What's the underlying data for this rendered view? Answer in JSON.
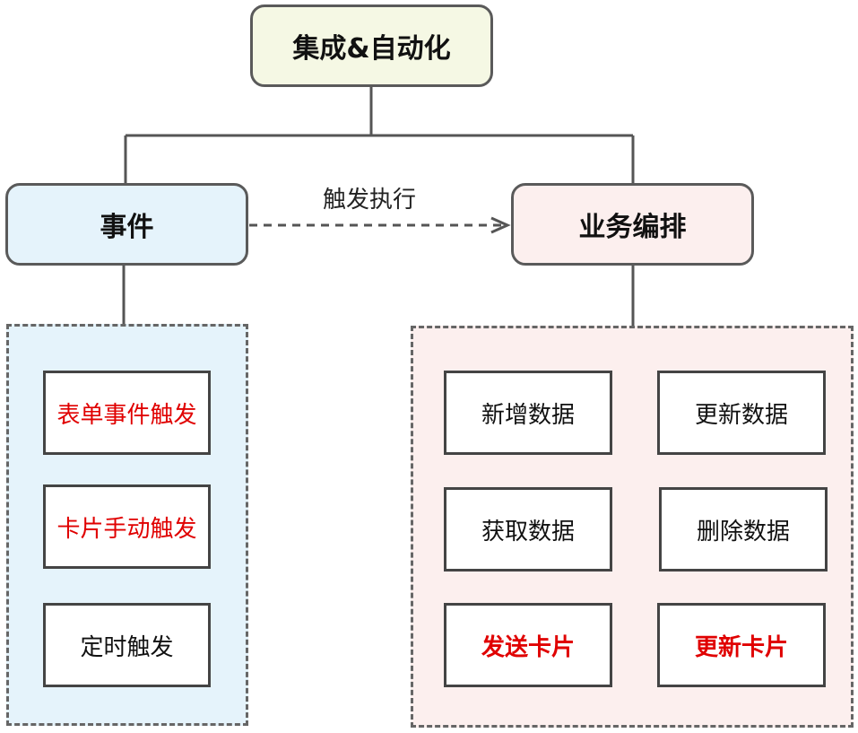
{
  "root": {
    "label": "集成&自动化"
  },
  "events": {
    "label": "事件",
    "items": [
      {
        "label": "表单事件触发",
        "highlight": true
      },
      {
        "label": "卡片手动触发",
        "highlight": true
      },
      {
        "label": "定时触发",
        "highlight": false
      }
    ]
  },
  "orchestration": {
    "label": "业务编排",
    "items": [
      {
        "label": "新增数据",
        "highlight": false
      },
      {
        "label": "更新数据",
        "highlight": false
      },
      {
        "label": "获取数据",
        "highlight": false
      },
      {
        "label": "删除数据",
        "highlight": false
      },
      {
        "label": "发送卡片",
        "highlight": true
      },
      {
        "label": "更新卡片",
        "highlight": true
      }
    ]
  },
  "edge": {
    "label": "触发执行"
  },
  "colors": {
    "root_fill": "#f5f8e4",
    "events_fill": "#e5f3fb",
    "orchestration_fill": "#fcefee",
    "highlight_text": "#e00000",
    "border": "#5a5a5a"
  }
}
